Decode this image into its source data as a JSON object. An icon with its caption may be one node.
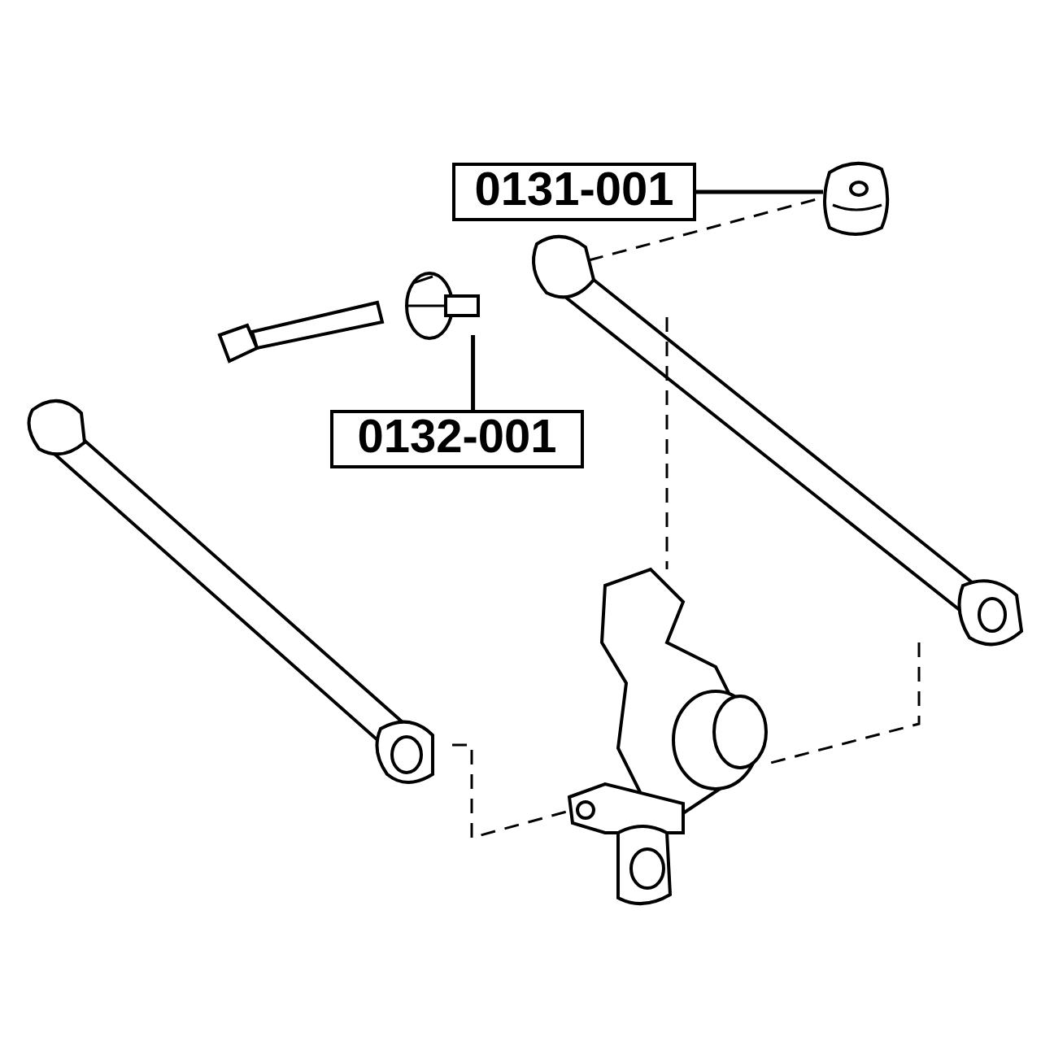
{
  "diagram": {
    "nodes": [
      {
        "text": [
          "0131-001"
        ]
      },
      {
        "text": [],
        "shape": "picture"
      },
      {
        "text": [
          "0132-001"
        ]
      },
      {
        "text": [],
        "shape": "picture"
      }
    ],
    "edges": [
      {
        "from": 0,
        "to": 1,
        "arrow": "none"
      },
      {
        "from": 2,
        "to": 3,
        "arrow": "none"
      }
    ]
  }
}
